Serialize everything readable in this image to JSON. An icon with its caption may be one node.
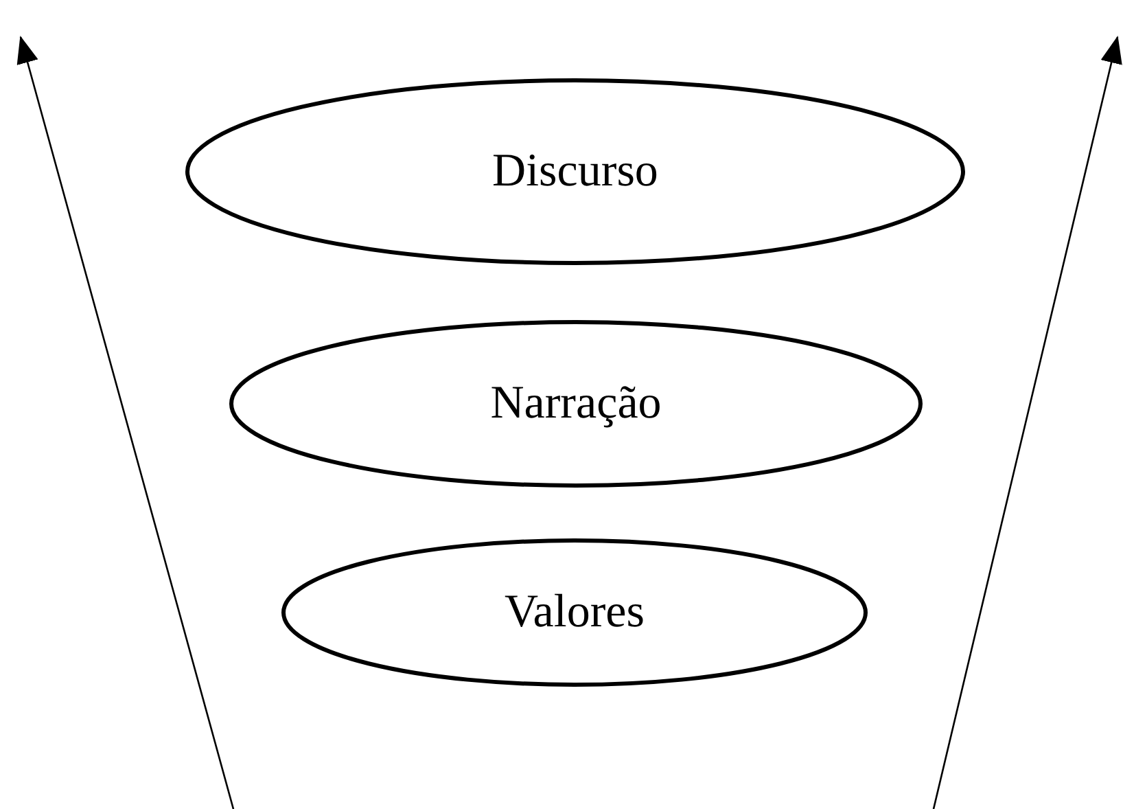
{
  "diagram": {
    "nodes": [
      {
        "text": [
          "Discurso"
        ]
      },
      {
        "text": [
          "Narração"
        ]
      },
      {
        "text": [
          "Valores"
        ]
      }
    ]
  }
}
